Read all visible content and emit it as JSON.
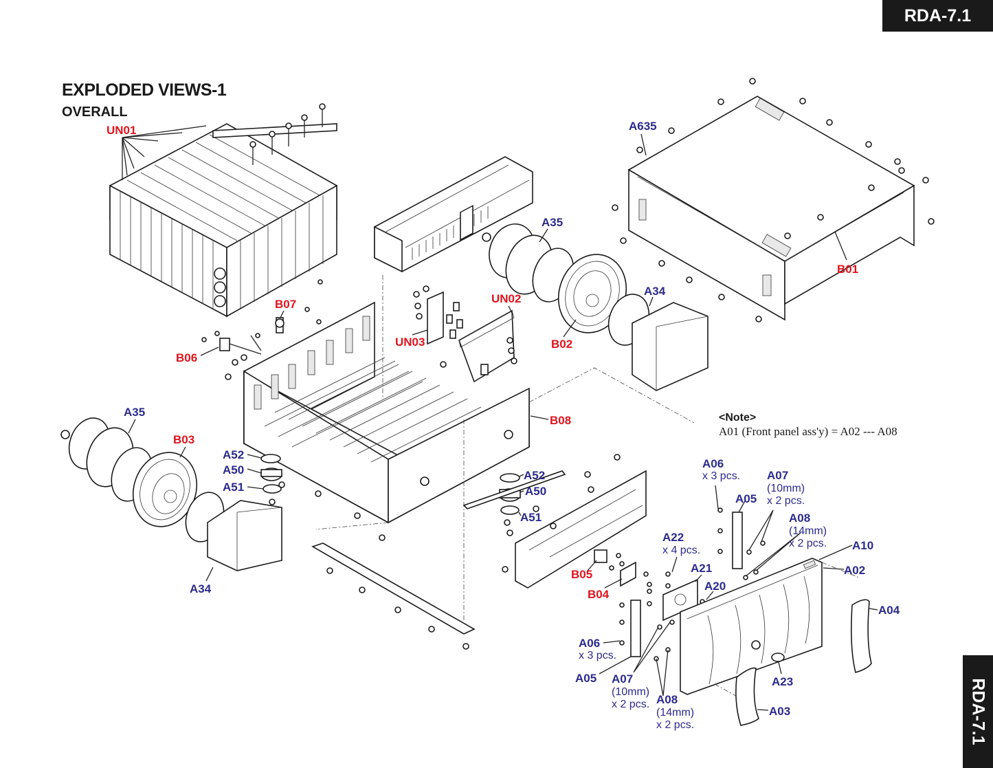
{
  "header": {
    "model_badge": "RDA-7.1",
    "side_badge": "RDA-7.1",
    "title": "EXPLODED VIEWS-1",
    "subtitle": "OVERALL"
  },
  "note": {
    "heading": "<Note>",
    "text": "A01 (Front panel ass'y) = A02 --- A08"
  },
  "colors": {
    "assembly_label": "#e0141e",
    "part_label": "#2b2a8c",
    "badge_bg": "#1a1a1a"
  },
  "labels": {
    "UN01": "UN01",
    "UN02": "UN02",
    "UN03": "UN03",
    "A635": "A635",
    "A35_top": "A35",
    "A35_left": "A35",
    "B01": "B01",
    "B02": "B02",
    "B03": "B03",
    "B04": "B04",
    "B05": "B05",
    "B06": "B06",
    "B07": "B07",
    "B08": "B08",
    "A34_right": "A34",
    "A34_left": "A34",
    "A52_left": "A52",
    "A50_left": "A50",
    "A51_left": "A51",
    "A52_mid": "A52",
    "A50_mid": "A50",
    "A51_mid": "A51",
    "A06_top": "A06",
    "A06_top_qty": "x 3 pcs.",
    "A05_top": "A05",
    "A07_top": "A07",
    "A07_top_size": "(10mm)",
    "A07_top_qty": "x 2 pcs.",
    "A08_top": "A08",
    "A08_top_size": "(14mm)",
    "A08_top_qty": "x 2 pcs.",
    "A10": "A10",
    "A02": "A02",
    "A04": "A04",
    "A22": "A22",
    "A22_qty": "x 4 pcs.",
    "A21": "A21",
    "A20": "A20",
    "A06_bot": "A06",
    "A06_bot_qty": "x 3 pcs.",
    "A05_bot": "A05",
    "A07_bot": "A07",
    "A07_bot_size": "(10mm)",
    "A07_bot_qty": "x 2 pcs.",
    "A08_bot": "A08",
    "A08_bot_size": "(14mm)",
    "A08_bot_qty": "x 2 pcs.",
    "A23": "A23",
    "A03": "A03"
  }
}
